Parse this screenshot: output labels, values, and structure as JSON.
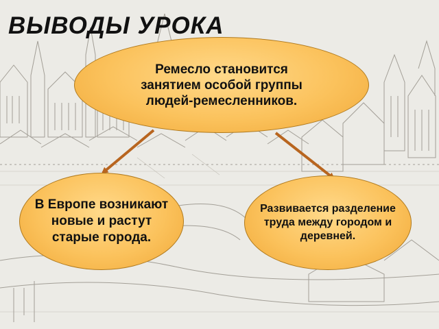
{
  "slide": {
    "title": "ВЫВОДЫ УРОКА"
  },
  "bubbles": {
    "top": "Ремесло становится занятием особой группы людей-ремесленников.",
    "left": "В Европе возникают новые и растут старые города.",
    "right": "Развивается разделение труда между городом и деревней."
  },
  "colors": {
    "bubble_fill": "#fbc25c",
    "bubble_border": "#b07a1e",
    "arrow": "#b8651f",
    "background_sketch": "#8a857c"
  }
}
